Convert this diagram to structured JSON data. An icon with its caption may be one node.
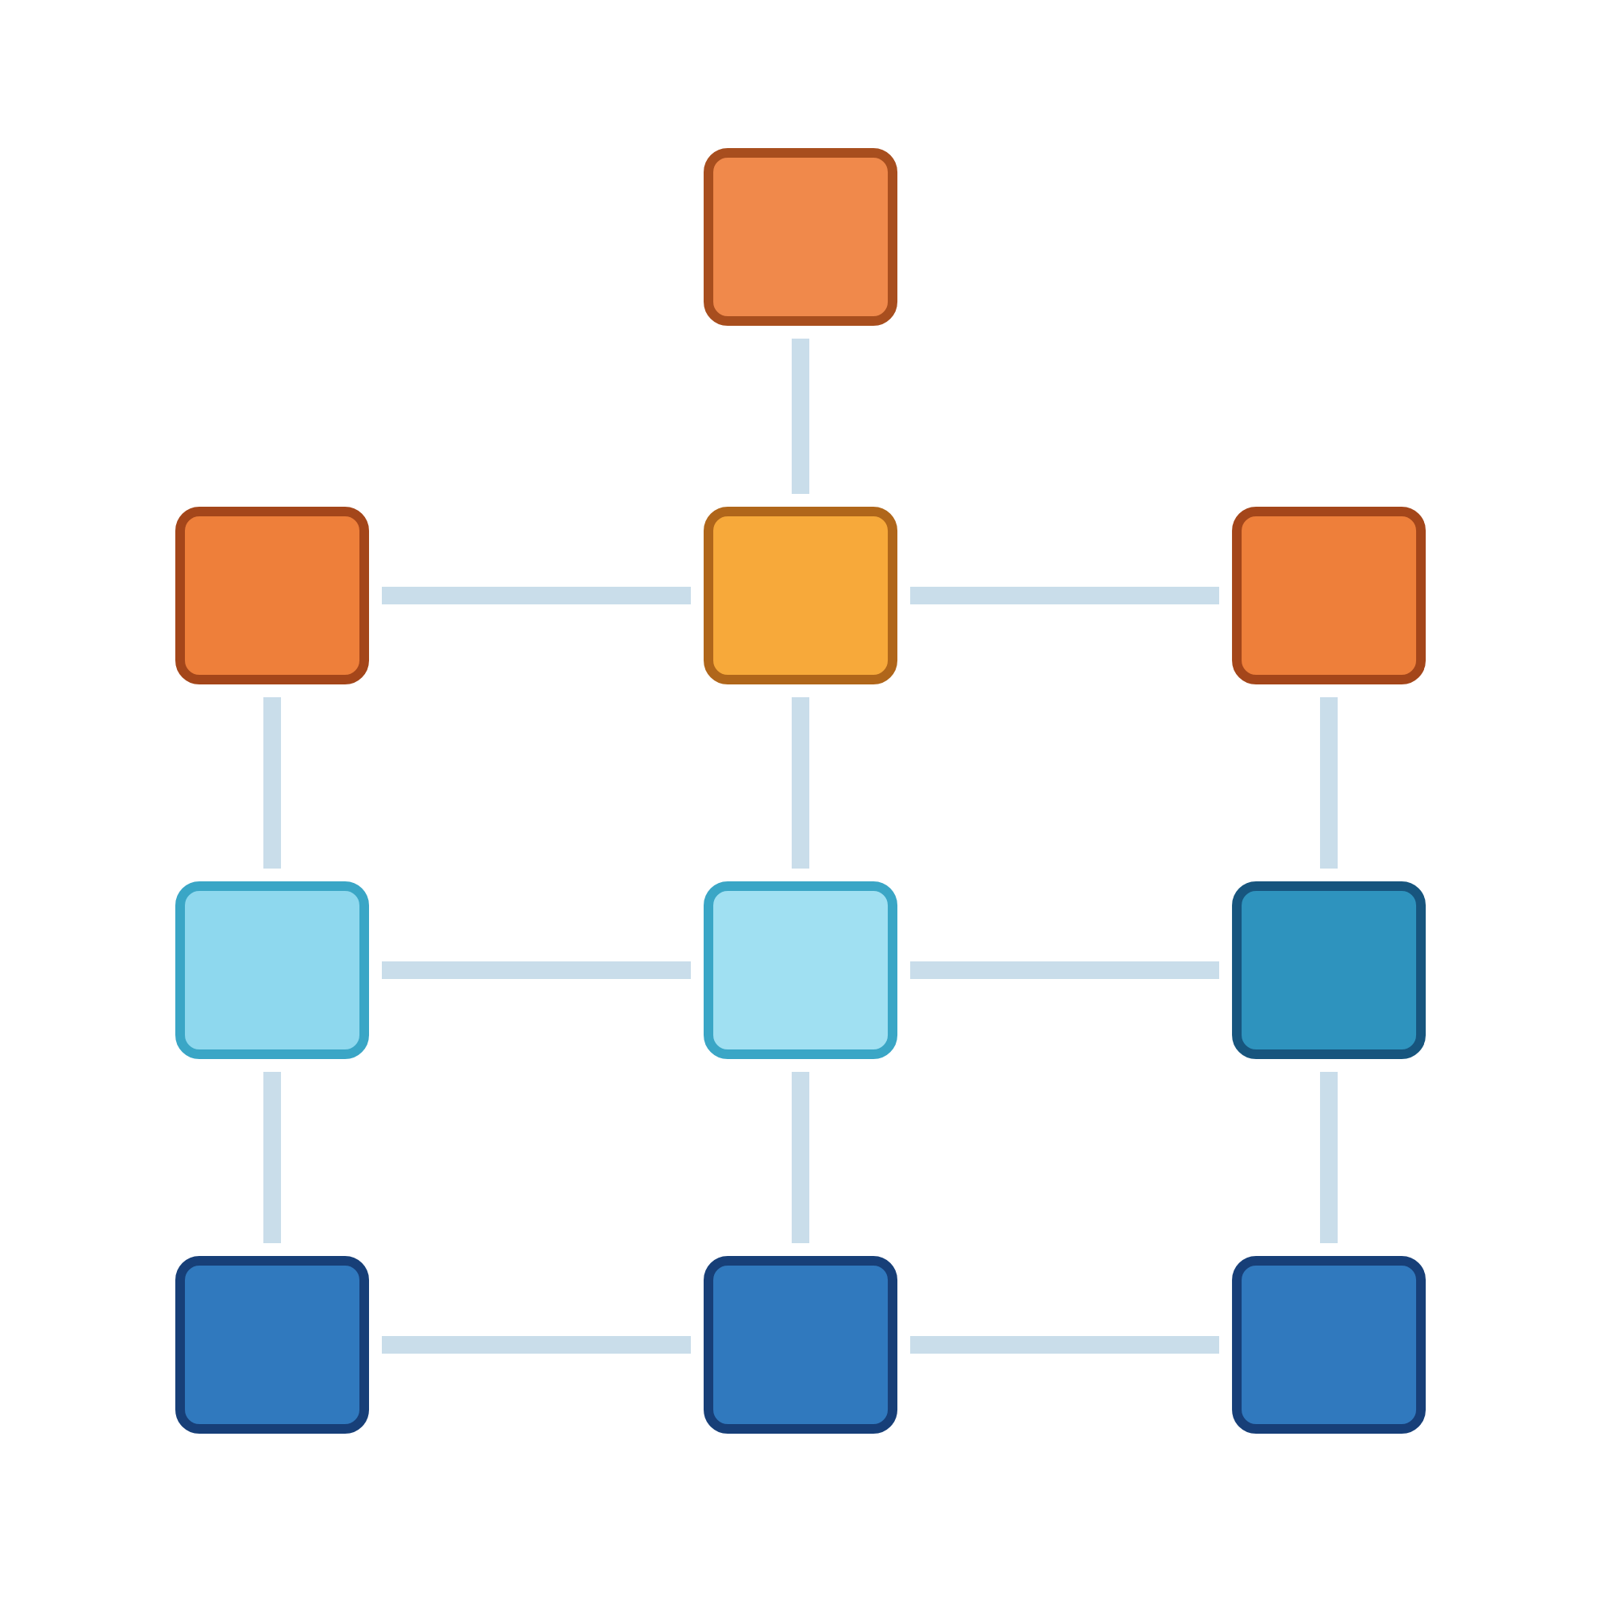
{
  "diagram": {
    "nodes": [
      {
        "text": [],
        "shape": "box"
      },
      {
        "text": [],
        "shape": "box"
      },
      {
        "text": [],
        "shape": "box"
      },
      {
        "text": [],
        "shape": "box"
      },
      {
        "text": [],
        "shape": "box"
      },
      {
        "text": [],
        "shape": "box"
      },
      {
        "text": [],
        "shape": "box"
      },
      {
        "text": [],
        "shape": "box"
      },
      {
        "text": [],
        "shape": "box"
      },
      {
        "text": [],
        "shape": "box"
      }
    ],
    "edges": [
      {
        "from": 0,
        "to": 2,
        "arrow": "none"
      },
      {
        "from": 1,
        "to": 2,
        "arrow": "none"
      },
      {
        "from": 2,
        "to": 3,
        "arrow": "none"
      },
      {
        "from": 1,
        "to": 4,
        "arrow": "none"
      },
      {
        "from": 2,
        "to": 5,
        "arrow": "none"
      },
      {
        "from": 3,
        "to": 6,
        "arrow": "none"
      },
      {
        "from": 4,
        "to": 5,
        "arrow": "none"
      },
      {
        "from": 5,
        "to": 6,
        "arrow": "none"
      },
      {
        "from": 4,
        "to": 7,
        "arrow": "none"
      },
      {
        "from": 5,
        "to": 8,
        "arrow": "none"
      },
      {
        "from": 6,
        "to": 9,
        "arrow": "none"
      },
      {
        "from": 7,
        "to": 8,
        "arrow": "none"
      },
      {
        "from": 8,
        "to": 9,
        "arrow": "none"
      }
    ]
  }
}
